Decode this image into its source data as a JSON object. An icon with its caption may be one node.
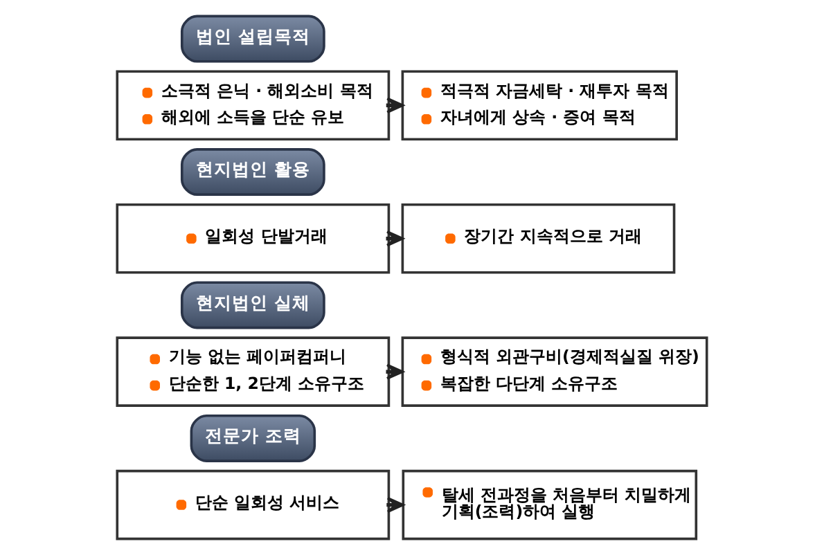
{
  "diagram": {
    "nodes": [
      {
        "text": [
          "법인 설립목적"
        ]
      },
      {
        "text": [
          "소극적 은닉 · 해외소비 목적",
          "해외에 소득을 단순 유보"
        ]
      },
      {
        "text": [
          "적극적 자금세탁 · 재투자 목적",
          "자녀에게 상속 · 증여 목적"
        ]
      },
      {
        "text": [
          "현지법인 활용"
        ]
      },
      {
        "text": [
          "일회성 단발거래"
        ]
      },
      {
        "text": [
          "장기간 지속적으로 거래"
        ]
      },
      {
        "text": [
          "현지법인 실체"
        ]
      },
      {
        "text": [
          "기능 없는 페이퍼컴퍼니",
          "단순한 1, 2단계 소유구조"
        ]
      },
      {
        "text": [
          "형식적 외관구비(경제적실질 위장)",
          "복잡한 다단계 소유구조"
        ]
      },
      {
        "text": [
          "전문가 조력"
        ]
      },
      {
        "text": [
          "단순 일회성 서비스"
        ]
      },
      {
        "text": [
          "탈세 전과정을 처음부터 치밀하게 기획(조력)하여 실행"
        ]
      }
    ],
    "edges": [
      {
        "from": 1,
        "to": 2,
        "arrow": "to"
      },
      {
        "from": 4,
        "to": 5,
        "arrow": "to"
      },
      {
        "from": 7,
        "to": 8,
        "arrow": "to"
      },
      {
        "from": 10,
        "to": 11,
        "arrow": "to"
      }
    ]
  }
}
